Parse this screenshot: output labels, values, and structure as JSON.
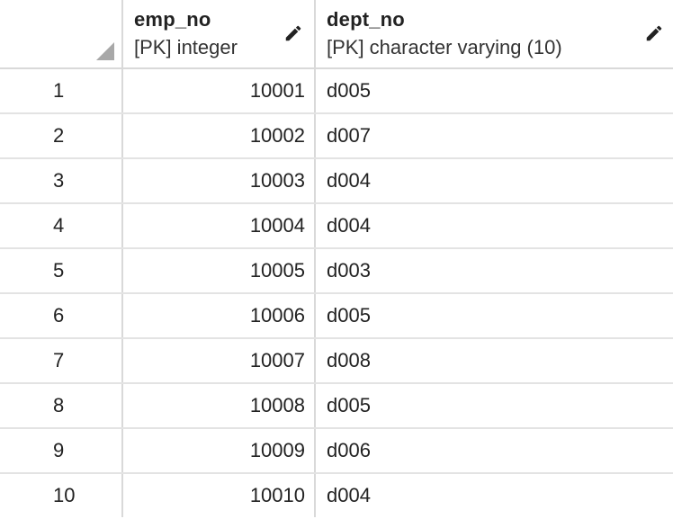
{
  "columns": [
    {
      "name": "emp_no",
      "type": "[PK] integer"
    },
    {
      "name": "dept_no",
      "type": "[PK] character varying (10)"
    }
  ],
  "rows": [
    {
      "num": "1",
      "emp_no": "10001",
      "dept_no": "d005"
    },
    {
      "num": "2",
      "emp_no": "10002",
      "dept_no": "d007"
    },
    {
      "num": "3",
      "emp_no": "10003",
      "dept_no": "d004"
    },
    {
      "num": "4",
      "emp_no": "10004",
      "dept_no": "d004"
    },
    {
      "num": "5",
      "emp_no": "10005",
      "dept_no": "d003"
    },
    {
      "num": "6",
      "emp_no": "10006",
      "dept_no": "d005"
    },
    {
      "num": "7",
      "emp_no": "10007",
      "dept_no": "d008"
    },
    {
      "num": "8",
      "emp_no": "10008",
      "dept_no": "d005"
    },
    {
      "num": "9",
      "emp_no": "10009",
      "dept_no": "d006"
    },
    {
      "num": "10",
      "emp_no": "10010",
      "dept_no": "d004"
    }
  ],
  "icons": {
    "edit": "pencil-icon",
    "corner": "select-all-triangle-icon"
  },
  "colors": {
    "grid_line": "#d9d9d9",
    "row_line": "#e3e3e3",
    "corner_triangle": "#a8a8a8",
    "text": "#222222"
  }
}
